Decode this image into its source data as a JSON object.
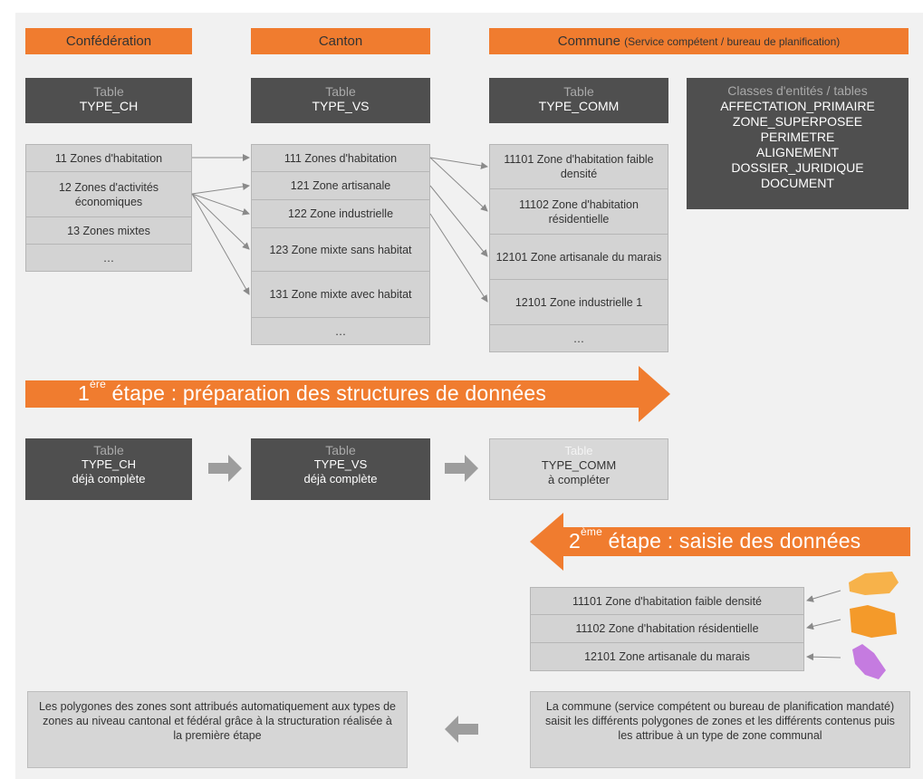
{
  "headers": {
    "confederation": "Confédération",
    "canton": "Canton",
    "commune": "Commune",
    "commune_sub": "(Service compétent / bureau de planification)"
  },
  "tables": {
    "label": "Table",
    "ch": "TYPE_CH",
    "vs": "TYPE_VS",
    "comm": "TYPE_COMM"
  },
  "classes_box": {
    "label": "Classes d'entités / tables",
    "items": [
      "AFFECTATION_PRIMAIRE",
      "ZONE_SUPERPOSEE",
      "PERIMETRE",
      "ALIGNEMENT",
      "DOSSIER_JURIDIQUE",
      "DOCUMENT"
    ]
  },
  "ch_rows": [
    "11 Zones d'habitation",
    "12 Zones d'activités économiques",
    "13 Zones mixtes",
    "…"
  ],
  "vs_rows": [
    "111 Zones d'habitation",
    "121 Zone artisanale",
    "122 Zone industrielle",
    "123 Zone mixte sans habitat",
    "131 Zone mixte avec habitat",
    "…"
  ],
  "comm_rows": [
    "11101 Zone d'habitation faible densité",
    "11102 Zone d'habitation résidentielle",
    "12101 Zone artisanale du marais",
    "12101 Zone industrielle 1",
    "…"
  ],
  "step1": {
    "sup": "ère",
    "num": "1",
    "text": " étape : préparation des structures de données"
  },
  "step2": {
    "sup": "ème",
    "num": "2",
    "text": " étape : saisie des données"
  },
  "flow": {
    "ch_status": "déjà complète",
    "vs_status": "déjà complète",
    "comm_status": "à compléter"
  },
  "entries": [
    "11101 Zone d'habitation faible densité",
    "11102 Zone d'habitation résidentielle",
    "12101 Zone artisanale du marais"
  ],
  "polygon_colors": [
    "#f7b24a",
    "#f49a2a",
    "#c57be0"
  ],
  "notes": {
    "left": "Les polygones des zones sont attribués automatiquement aux types de zones au niveau cantonal et fédéral grâce à la structuration réalisée à la première étape",
    "right": "La commune (service compétent ou bureau de planification mandaté) saisit les différents polygones de zones et les différents contenus puis les attribue à un type de zone communal"
  },
  "colors": {
    "orange": "#f07c2f",
    "dark": "#4f4f4f",
    "cell": "#d3d3d3"
  }
}
